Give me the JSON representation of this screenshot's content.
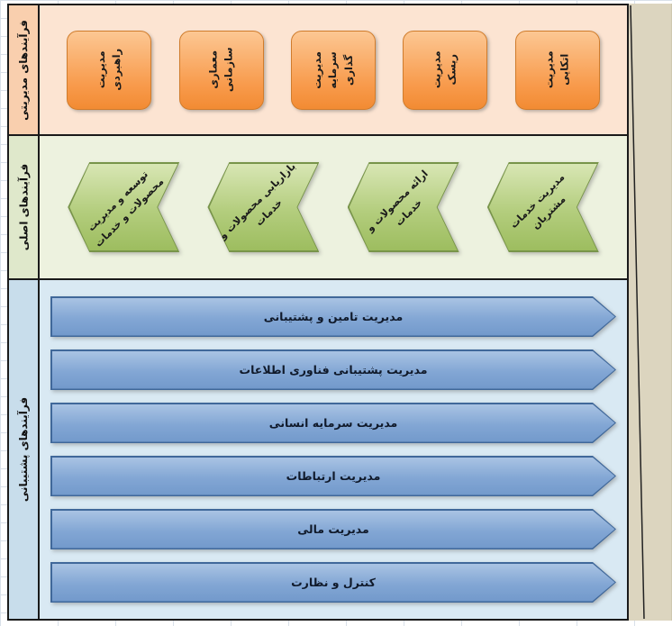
{
  "diagram": {
    "bands": [
      {
        "label": "فرآیندهای مدیریتی",
        "shapes": [
          "مدیریت\nاتکایی",
          "مدیریت\nریسک",
          "مدیریت\nسرمایه\nگذاری",
          "معماری\nسازمانی",
          "مدیریت\nراهبردی"
        ]
      },
      {
        "label": "فرآیندهای اصلی",
        "shapes": [
          "مدیریت خدمات\nمشتریان",
          "ارائه محصولات و\nخدمات",
          "بازاریابی محصولات و\nخدمات",
          "توسعه و مدیریت\nمحصولات و خدمات"
        ]
      },
      {
        "label": "فرآیندهای پشتیبانی",
        "shapes": [
          "مدیریت تامین و پشتیبانی",
          "مدیریت پشتیبانی فناوری اطلاعات",
          "مدیریت سرمایه انسانی",
          "مدیریت ارتباطات",
          "مدیریت مالی",
          "کنترل و نظارت"
        ]
      }
    ]
  },
  "colors": {
    "management_band_bg": "#fce4d2",
    "management_strip_bg": "#f9cfae",
    "management_box_fill": "#f89a4b",
    "management_box_border": "#d07c2c",
    "core_band_bg": "#edf2df",
    "core_strip_bg": "#dfe8cb",
    "core_chevron_fill": "#a9c56e",
    "core_chevron_border": "#78944a",
    "support_band_bg": "#d9e9f3",
    "support_strip_bg": "#c8ddeb",
    "support_arrow_fill": "#82a6d4",
    "support_arrow_border": "#40689a",
    "page_edge_bg": "#dcd5bf",
    "outline": "#1a1a1a"
  }
}
